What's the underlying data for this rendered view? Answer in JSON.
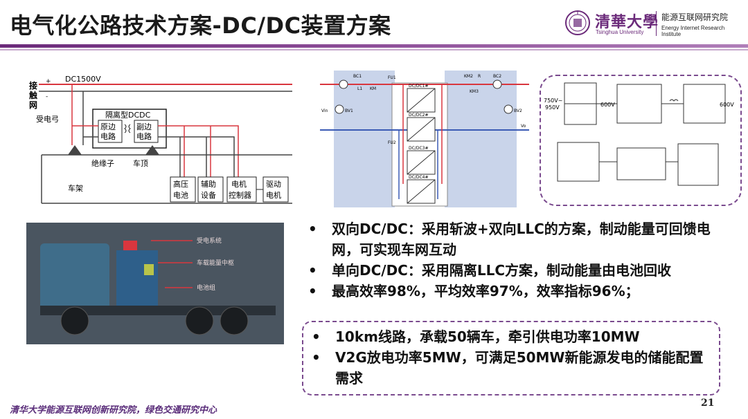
{
  "title": "电气化公路技术方案-DC/DC装置方案",
  "logo": {
    "name_cn": "清華大學",
    "name_en": "Tsinghua University",
    "institute_cn": "能源互联网研究院",
    "institute_en": "Energy Internet Research Institute"
  },
  "diagram1": {
    "plus": "+",
    "minus": "-",
    "voltage": "DC1500V",
    "contact_net": [
      "接",
      "触",
      "网"
    ],
    "pantograph": "受电弓",
    "isolated_dcdc": "隔离型DCDC",
    "primary": [
      "原边",
      "电路"
    ],
    "secondary": [
      "副边",
      "电路"
    ],
    "insulator": "绝缘子",
    "roof": "车顶",
    "chassis": "车架",
    "hv_battery": [
      "高压",
      "电池"
    ],
    "aux": [
      "辅助",
      "设备"
    ],
    "motor_ctrl": [
      "电机",
      "控制器"
    ],
    "drive_motor": [
      "驱动",
      "电机"
    ]
  },
  "diagram2": {
    "labels": [
      "BC1",
      "L1",
      "KM",
      "FU1",
      "DC/DC1#",
      "DC/DC2#",
      "DC/DC3#",
      "DC/DC4#",
      "FU2",
      "KM2",
      "R",
      "KM3",
      "BC2",
      "BV1",
      "BV2",
      "Vin",
      "Vo"
    ]
  },
  "diagram3": {
    "v_in": [
      "750V~",
      "950V"
    ],
    "v_mid": "600V",
    "v_out": "600V"
  },
  "photo": {
    "labels": [
      "受电系统",
      "车载能量中枢",
      "电池组"
    ]
  },
  "bullets": [
    "双向DC/DC：采用斩波+双向LLC的方案，制动能量可回馈电网，可实现车网互动",
    "单向DC/DC：采用隔离LLC方案，制动能量由电池回收",
    "最高效率98%，平均效率97%，效率指标96%；"
  ],
  "box_bullets": [
    "10km线路，承载50辆车，牵引供电功率10MW",
    "V2G放电功率5MW，可满足50MW新能源发电的储能配置需求"
  ],
  "bullet_symbol": "•",
  "footer": "清华大学能源互联网创新研究院，绿色交通研究中心",
  "page_number": "21",
  "colors": {
    "accent": "#6b2a7a",
    "wire_red": "#d9363e",
    "wire_blue": "#3b5bb5",
    "panel_blue": "#c9d4ea"
  }
}
